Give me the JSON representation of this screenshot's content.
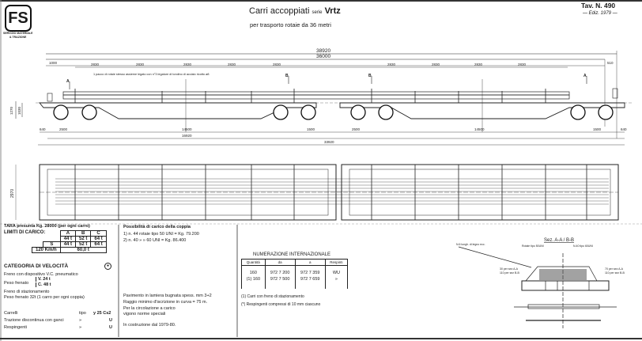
{
  "header": {
    "logo_text": "FS",
    "logo_caption": [
      "SERVIZIO MATERIALE",
      "& TRAZIONE"
    ],
    "title_main": "Carri accoppiati",
    "title_series_label": "serie",
    "title_series": "Vrtz",
    "subtitle": "per trasporto rotaie da 36 metri",
    "table_number": "Tav. N. 490",
    "edition": "— Ediz. 1979 —"
  },
  "drawing": {
    "overall_dims": [
      "38920",
      "36000"
    ],
    "segment_dims": [
      "1000",
      "2830",
      "2830",
      "2830",
      "2830",
      "2830",
      "2830",
      "2830",
      "2830",
      "2830",
      "510"
    ],
    "bottom_dims": [
      "640",
      "2500",
      "14500",
      "1500",
      "16920",
      "2500",
      "14500",
      "1500",
      "640",
      "33920"
    ],
    "height_dims": [
      "1270",
      "1030"
    ],
    "plan_width_dim": "2970",
    "load_note": "1 pacco di rotaie stesso assieme legato con n°3 legature di tondino di acciaio ricotto ø8",
    "section_markers": [
      "A",
      "B",
      "B",
      "A"
    ],
    "section_title": "Sez. A-A / B-B",
    "section_labels": [
      "N.6 lungh. di legno ecc.",
      "Rotaie tipo 50UNI",
      "N.40 tipo 60UNI",
      "30 per sez A-A",
      "110 per sez B-B",
      "70 per sez A-A",
      "110 per sez B-B"
    ]
  },
  "specs": {
    "tara": "TARA presunta Kg. 28000 (per ogni carro)",
    "limiti_label": "LIMITI DI CARICO:",
    "limiti_headers": [
      "A",
      "B",
      "C"
    ],
    "limiti_row1": [
      "44 t",
      "52 t",
      "64 t"
    ],
    "limiti_row2_label": "S",
    "limiti_row2": [
      "44 t",
      "52 t",
      "64 t"
    ],
    "limiti_row3_label": "120 Km/h",
    "limiti_row3_value": "60,0 t",
    "categoria_label": "CATEGORIA DI VELOCITÀ",
    "categoria_symbol": "●",
    "freno": "Freno con dispositivo V.C. pneumatico",
    "peso_frenato_label": "Peso frenato",
    "peso_frenato_v": "V. 24 t",
    "peso_frenato_c": "C. 48 t",
    "freno_staz": "Freno di stazionamento",
    "peso_frenato_staz": "Peso frenato 32t (1 carro per ogni coppia)",
    "carrelli_label": "Carrelli",
    "carrelli_tipo": "tipo",
    "carrelli_value": "y 25 Cs2",
    "trazione_label": "Trazione discontinua con ganci",
    "trazione_value": "U",
    "respingenti_label": "Respingenti",
    "respingenti_value": "U",
    "ditto": "»"
  },
  "loading": {
    "title": "Possibilità di carico della coppia",
    "items": [
      "1) n. 44 rotaie tipo 50 UNI = Kg. 79.200",
      "2) n. 40    »    » 60 UNI = Kg. 86.400"
    ],
    "notes": [
      "Pavimento in lamiera bugnata spess. mm 3+2",
      "Raggio minimo d'iscrizione in curva = 75 m.",
      "Per la circolazione a carico",
      "vigono norme speciali",
      "In costruzione dal 1979-80."
    ]
  },
  "numerazione": {
    "title": "NUMERAZIONE INTERNAZIONALE",
    "headers": [
      "Quantità",
      "da",
      "a",
      "Respinti"
    ],
    "rows": [
      [
        "160",
        "972 7 200",
        "972 7 359",
        "WU"
      ],
      [
        "(1) 160",
        "972 7 500",
        "972 7 659",
        "»"
      ]
    ],
    "footnotes": [
      "(1) Carri con freno di stazionamento",
      "(*) Respingenti compressi di 10 mm ciascuno"
    ]
  }
}
